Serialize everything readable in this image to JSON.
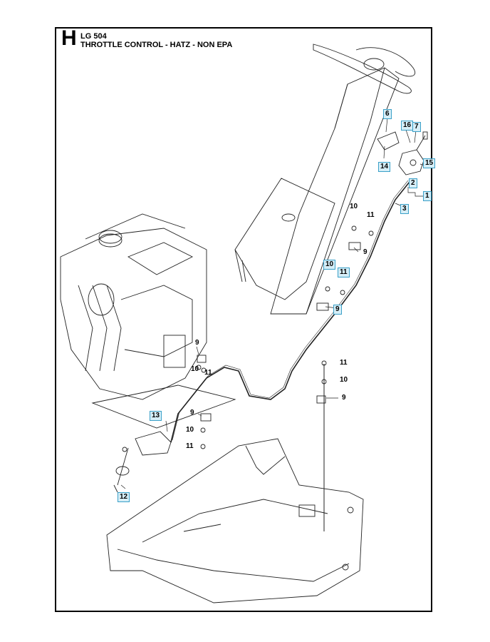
{
  "header": {
    "section_letter": "H",
    "model": "LG 504",
    "title": "THROTTLE CONTROL - HATZ - NON EPA"
  },
  "callouts": [
    {
      "label": "6",
      "boxed": true
    },
    {
      "label": "16",
      "boxed": true
    },
    {
      "label": "7",
      "boxed": true
    },
    {
      "label": "14",
      "boxed": true
    },
    {
      "label": "15",
      "boxed": true
    },
    {
      "label": "2",
      "boxed": true
    },
    {
      "label": "1",
      "boxed": true
    },
    {
      "label": "3",
      "boxed": true
    },
    {
      "label": "10",
      "boxed": false
    },
    {
      "label": "11",
      "boxed": false
    },
    {
      "label": "9",
      "boxed": false
    },
    {
      "label": "10",
      "boxed": true
    },
    {
      "label": "11",
      "boxed": true
    },
    {
      "label": "9",
      "boxed": true
    },
    {
      "label": "9",
      "boxed": false
    },
    {
      "label": "10",
      "boxed": false
    },
    {
      "label": "11",
      "boxed": false
    },
    {
      "label": "11",
      "boxed": false
    },
    {
      "label": "10",
      "boxed": false
    },
    {
      "label": "9",
      "boxed": false
    },
    {
      "label": "13",
      "boxed": true
    },
    {
      "label": "9",
      "boxed": false
    },
    {
      "label": "10",
      "boxed": false
    },
    {
      "label": "11",
      "boxed": false
    },
    {
      "label": "12",
      "boxed": true
    }
  ]
}
